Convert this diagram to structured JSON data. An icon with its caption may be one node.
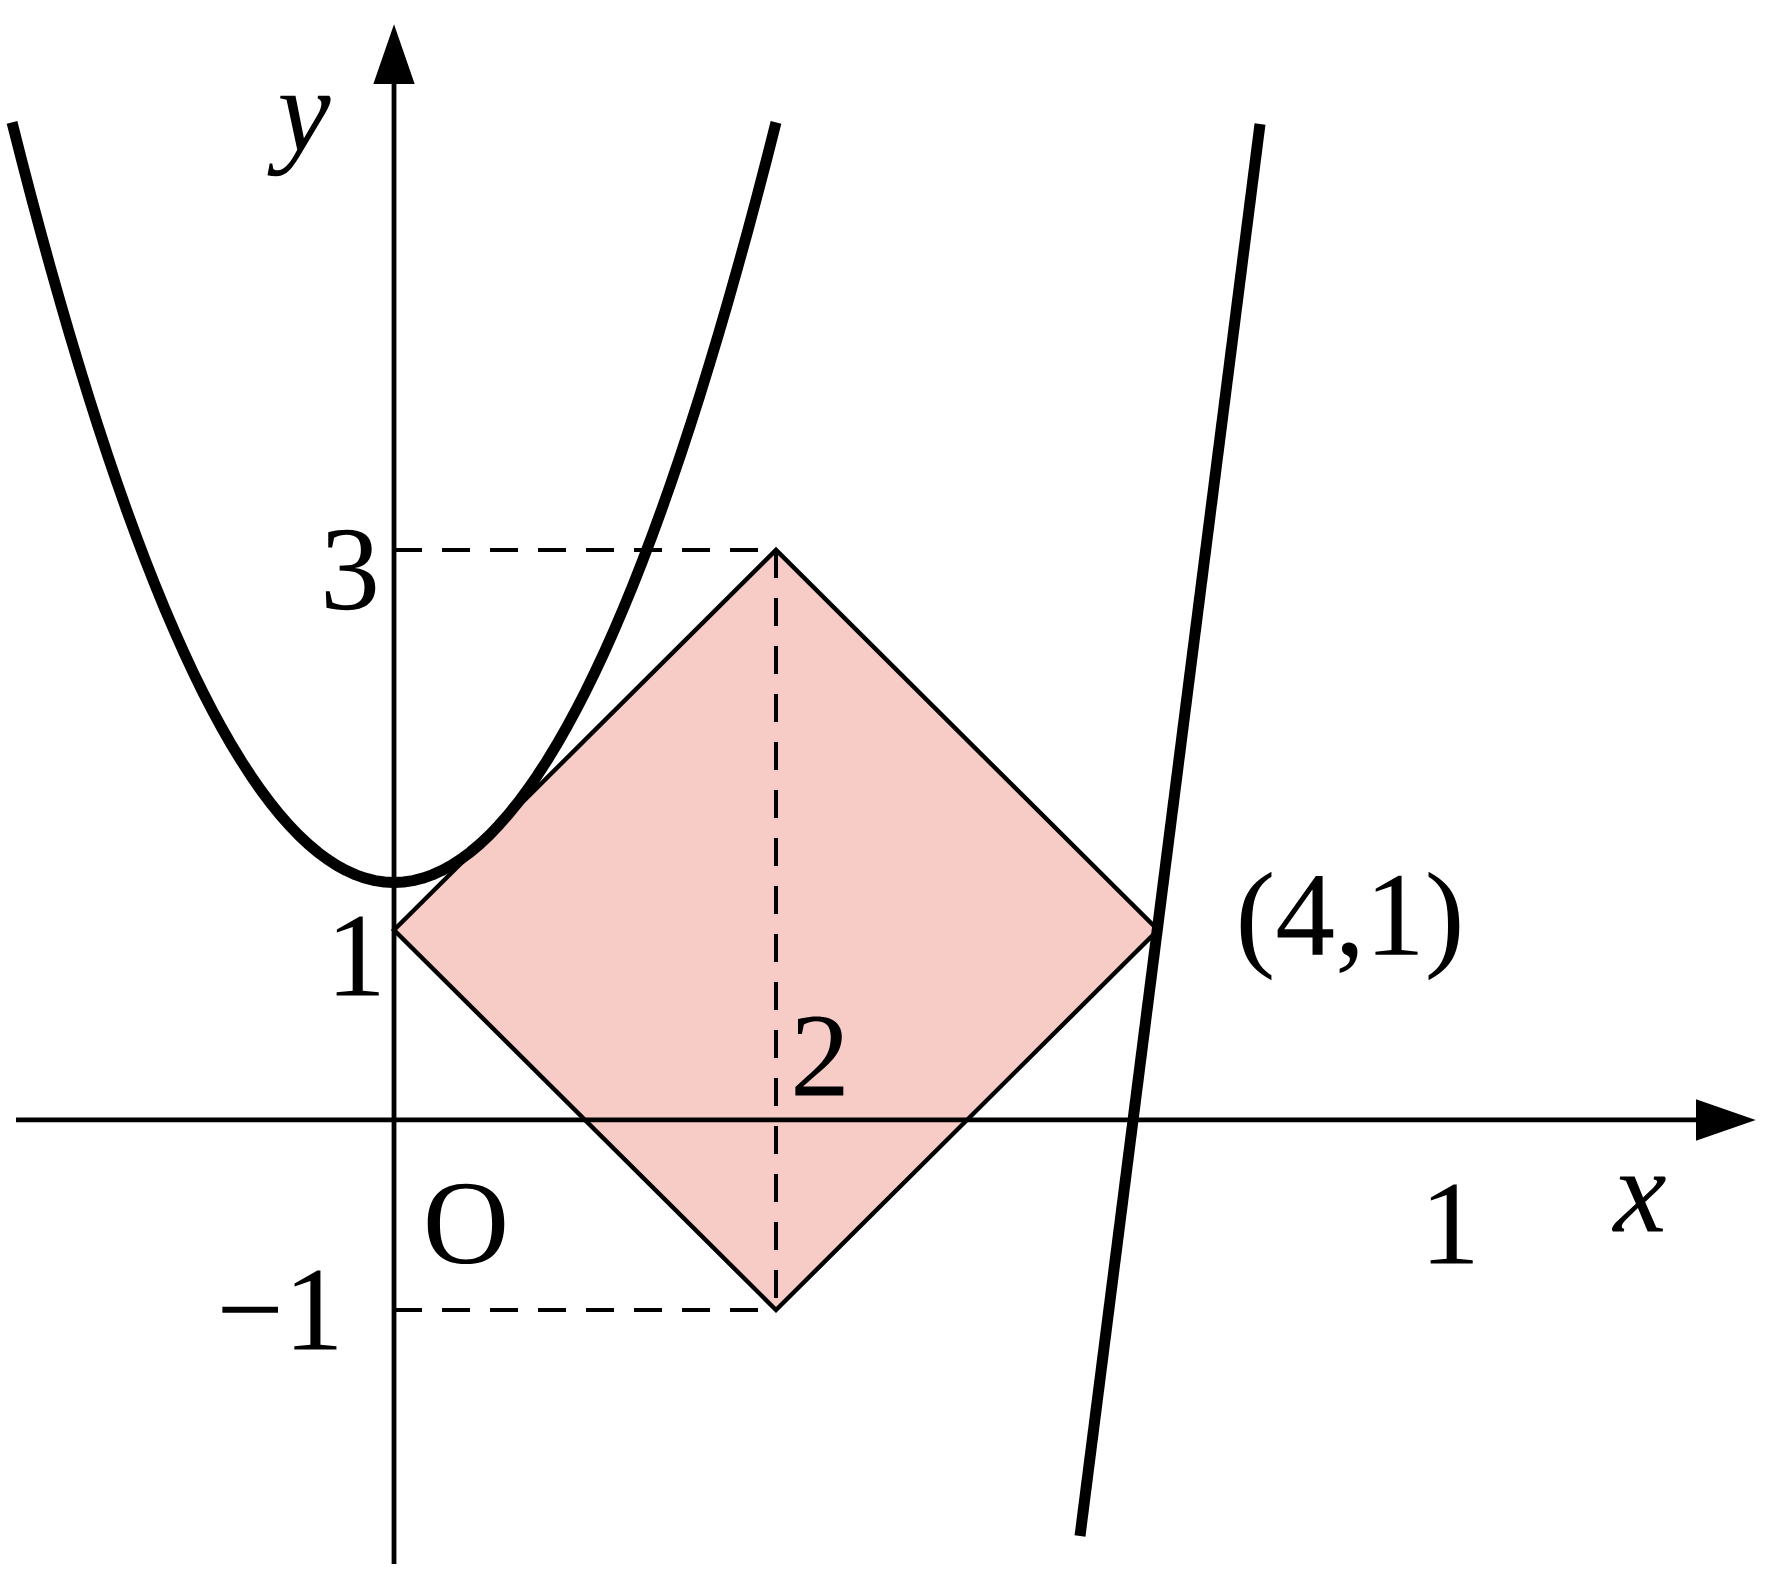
{
  "diagram": {
    "labels": [
      "y",
      "3",
      "(4,1)",
      "1",
      "2",
      "x",
      "O",
      "1",
      "−1"
    ]
  }
}
